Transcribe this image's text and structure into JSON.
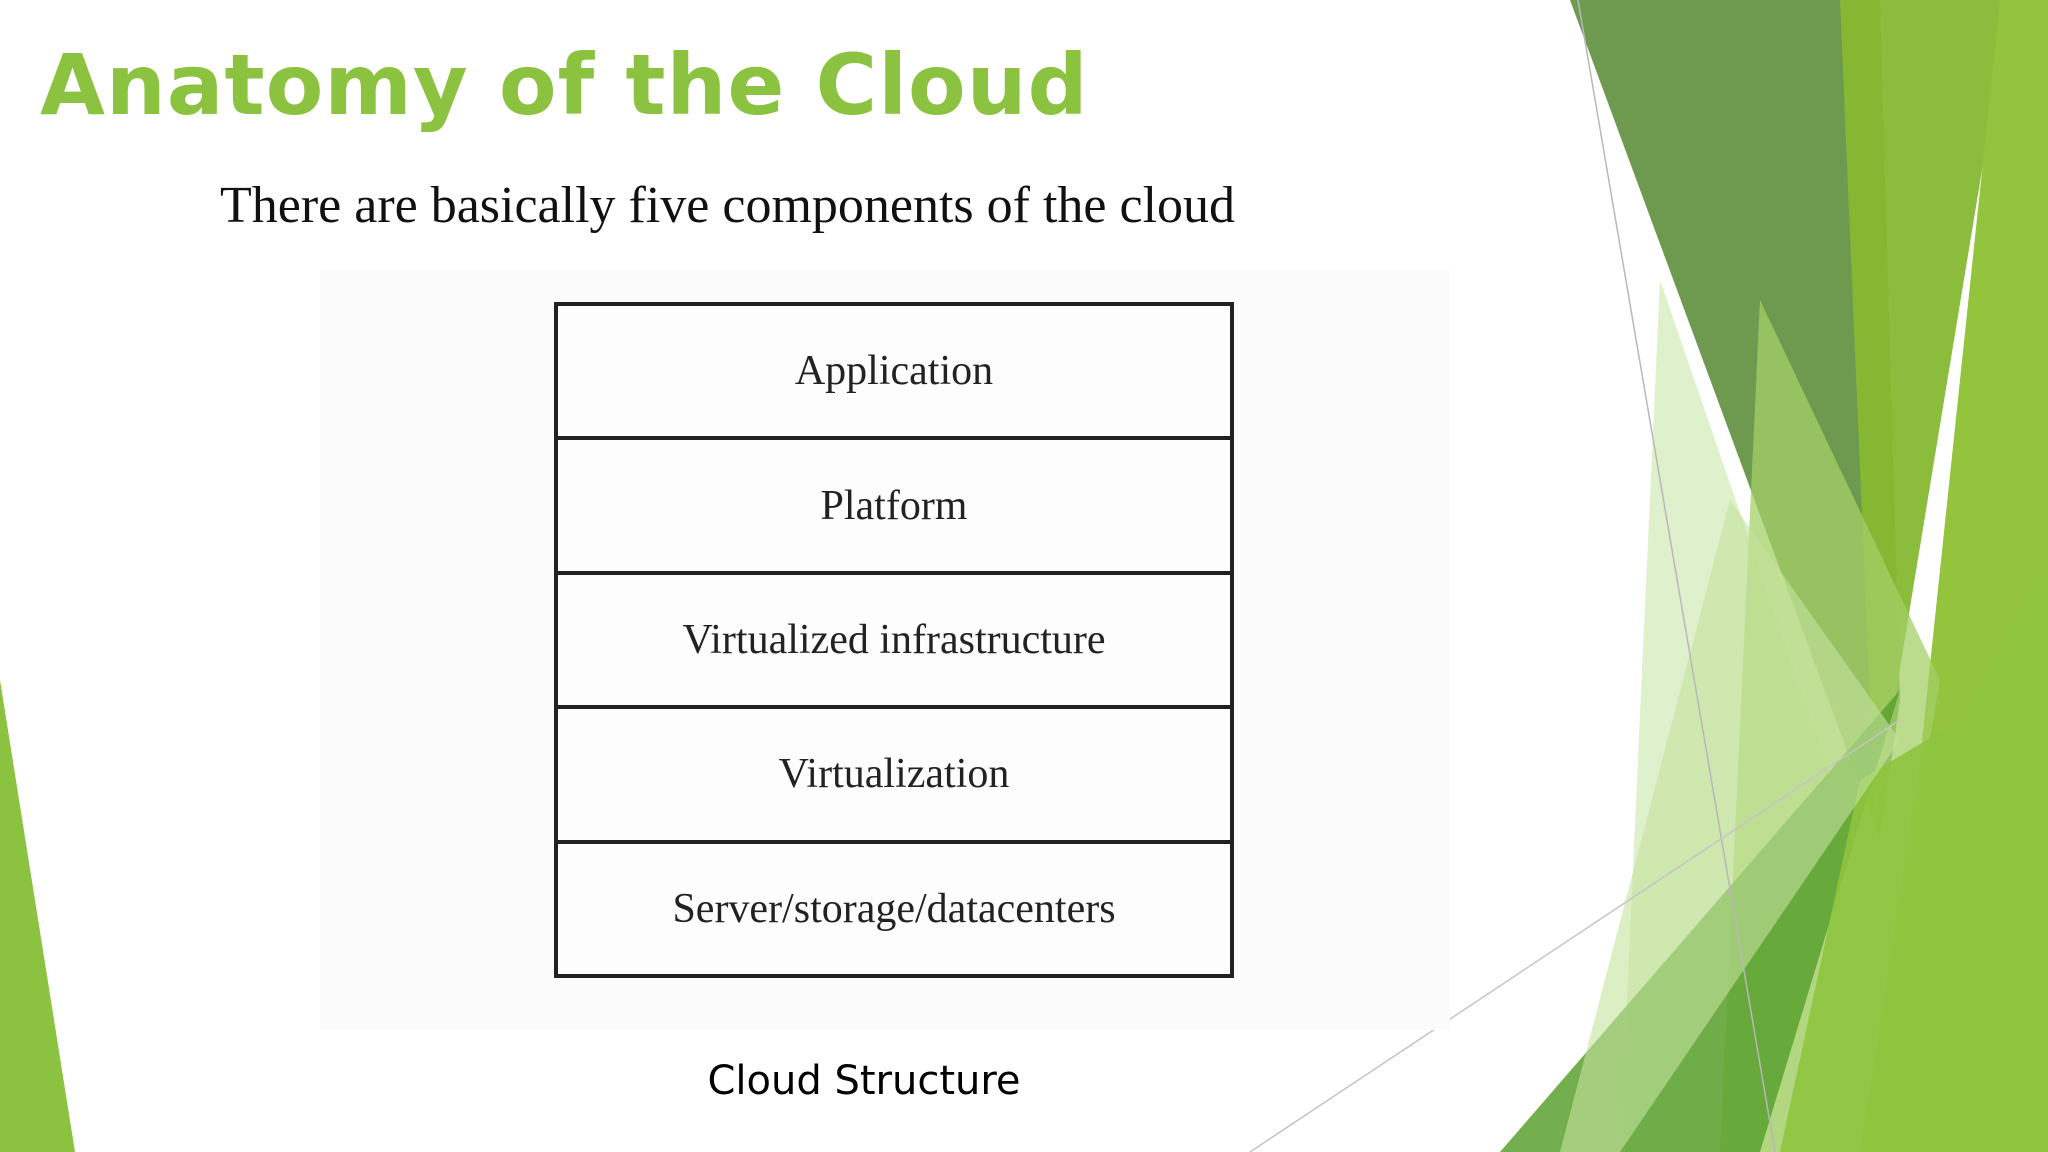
{
  "slide": {
    "title": "Anatomy of the Cloud",
    "subtitle": "There are basically five components of the cloud",
    "caption": "Cloud Structure"
  },
  "cloud_structure": {
    "layers": [
      "Application",
      "Platform",
      "Virtualized infrastructure",
      "Virtualization",
      "Server/storage/datacenters"
    ]
  },
  "colors": {
    "title_green": "#8bc23f",
    "decor_green_dark": "#5a8f38",
    "decor_green": "#8bc23f",
    "decor_green_light": "#c8e3a0"
  }
}
